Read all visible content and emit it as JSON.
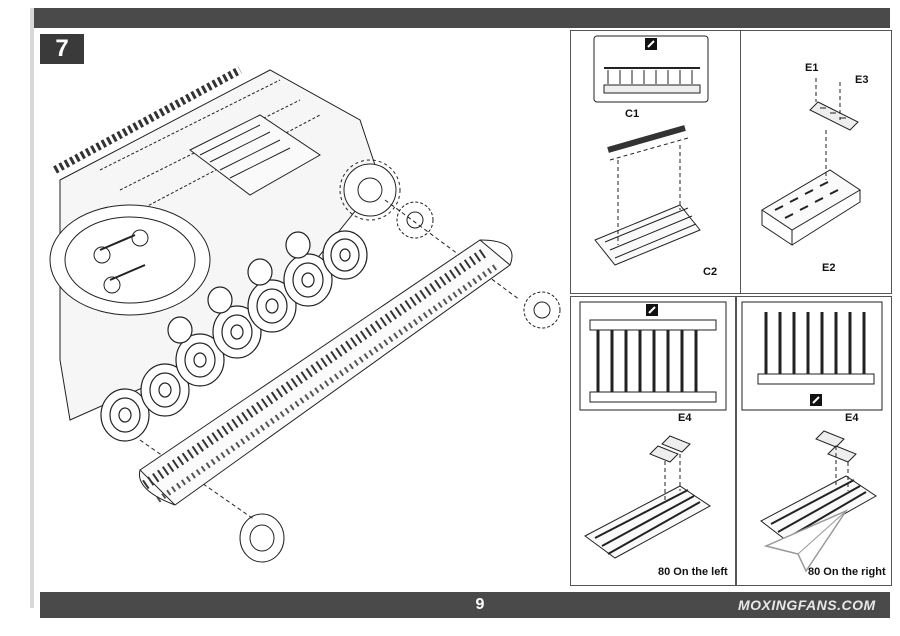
{
  "step": {
    "number": "7"
  },
  "labels": {
    "c1": "C1",
    "c2": "C2",
    "e1": "E1",
    "e2": "E2",
    "e3": "E3",
    "e4_left": "E4",
    "e4_right": "E4",
    "left_caption": "80 On the left",
    "right_caption": "80 On the right"
  },
  "footer": {
    "page_number": "9"
  },
  "watermark": {
    "text": "MOXINGFANS.COM"
  },
  "icons": [
    "cut-sprue-icon",
    "cut-sprue-icon",
    "cut-sprue-icon",
    "paper-plane-logo-icon"
  ],
  "colors": {
    "bar": "#4a4a4a",
    "line": "#222222"
  }
}
